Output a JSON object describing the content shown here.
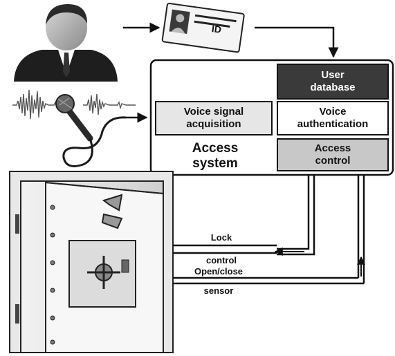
{
  "id_card": {
    "text": "ID"
  },
  "access_system": {
    "title_line1": "Access",
    "title_line2": "system",
    "user_database": "User\ndatabase",
    "voice_signal_acquisition": "Voice signal\nacquisition",
    "voice_authentication": "Voice\nauthentication",
    "access_control": "Access\ncontrol"
  },
  "signals": {
    "lock_line1": "Lock",
    "lock_line2": "control",
    "sensor_line1": "Open/close",
    "sensor_line2": "sensor"
  },
  "colors": {
    "dark_box": "#3a3a3a",
    "light_box": "#e6e6e6",
    "mid_box": "#c8c8c8",
    "line": "#111111"
  }
}
